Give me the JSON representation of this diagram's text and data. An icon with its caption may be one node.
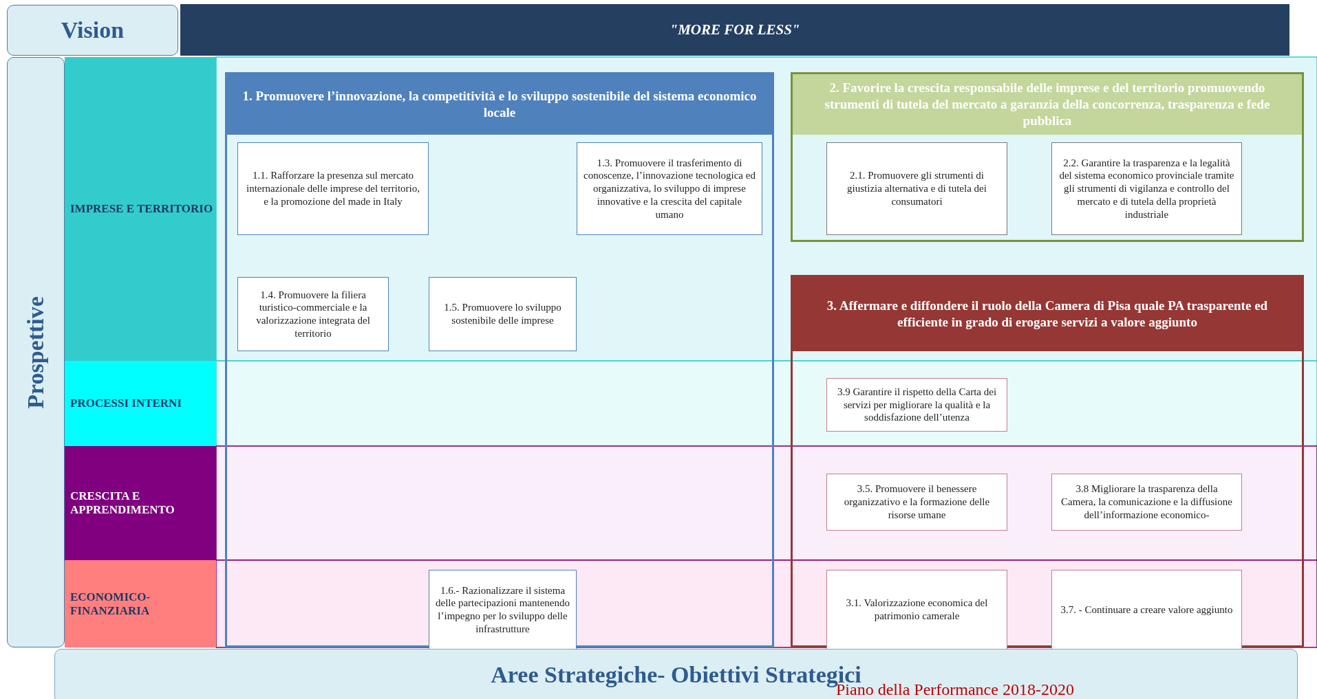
{
  "diagram": {
    "title": "Aree Strategiche- Obiettivi Strategici",
    "nodes": [
      {
        "text": [
          "Vision"
        ]
      },
      {
        "text": [
          "\"MORE FOR LESS\""
        ]
      },
      {
        "text": [
          "Prospettive"
        ]
      },
      {
        "text": [
          "IMPRESE E TERRITORIO"
        ]
      },
      {
        "text": [
          "PROCESSI INTERNI"
        ]
      },
      {
        "text": [
          "CRESCITA E APPRENDIMENTO"
        ]
      },
      {
        "text": [
          "ECONOMICO-FINANZIARIA"
        ]
      },
      {
        "text": [
          "1. Promuovere l’innovazione, la competitività e lo sviluppo sostenibile del sistema economico locale"
        ]
      },
      {
        "text": [
          "1.1. Rafforzare la presenza sul mercato internazionale delle imprese del territorio, e la promozione del made in Italy"
        ],
        "in": 7
      },
      {
        "text": [
          "1.3. Promuovere il trasferimento di conoscenze, l’innovazione tecnologica ed organizzativa, lo sviluppo di imprese innovative e la crescita del capitale umano"
        ],
        "in": 7
      },
      {
        "text": [
          "1.4. Promuovere la filiera turistico-commerciale e la valorizzazione integrata del territorio"
        ],
        "in": 7
      },
      {
        "text": [
          "1.5. Promuovere lo sviluppo sostenibile delle imprese"
        ],
        "in": 7
      },
      {
        "text": [
          "1.6.- Razionalizzare il sistema delle partecipazioni mantenendo l’impegno per lo sviluppo delle infrastrutture"
        ],
        "in": 7
      },
      {
        "text": [
          "2. Favorire la crescita responsabile delle imprese e del territorio promuovendo strumenti di tutela del mercato a garanzia della concorrenza, trasparenza e fede pubblica"
        ]
      },
      {
        "text": [
          "2.1. Promuovere gli strumenti di giustizia alternativa e di tutela dei consumatori"
        ],
        "in": 13
      },
      {
        "text": [
          "2.2. Garantire la trasparenza e la legalità del sistema economico provinciale tramite gli strumenti di vigilanza e controllo del mercato e di tutela della proprietà industriale"
        ],
        "in": 13
      },
      {
        "text": [
          "3. Affermare e diffondere il ruolo della Camera di Pisa quale PA trasparente ed efficiente in grado di erogare servizi a valore aggiunto"
        ]
      },
      {
        "text": [
          "3.9 Garantire il rispetto della Carta dei servizi per migliorare la qualità e la soddisfazione dell’utenza"
        ],
        "in": 16
      },
      {
        "text": [
          "3.5. Promuovere il benessere organizzativo e la formazione delle risorse umane"
        ],
        "in": 16
      },
      {
        "text": [
          "3.8 Migliorare la trasparenza della Camera, la comunicazione e la diffusione dell’informazione economico-"
        ],
        "in": 16
      },
      {
        "text": [
          "3.1. Valorizzazione economica del patrimonio camerale"
        ],
        "in": 16
      },
      {
        "text": [
          "3.7. - Continuare a creare valore aggiunto"
        ],
        "in": 16
      }
    ],
    "labels": [
      "Piano della Performance 2018-2020"
    ]
  }
}
